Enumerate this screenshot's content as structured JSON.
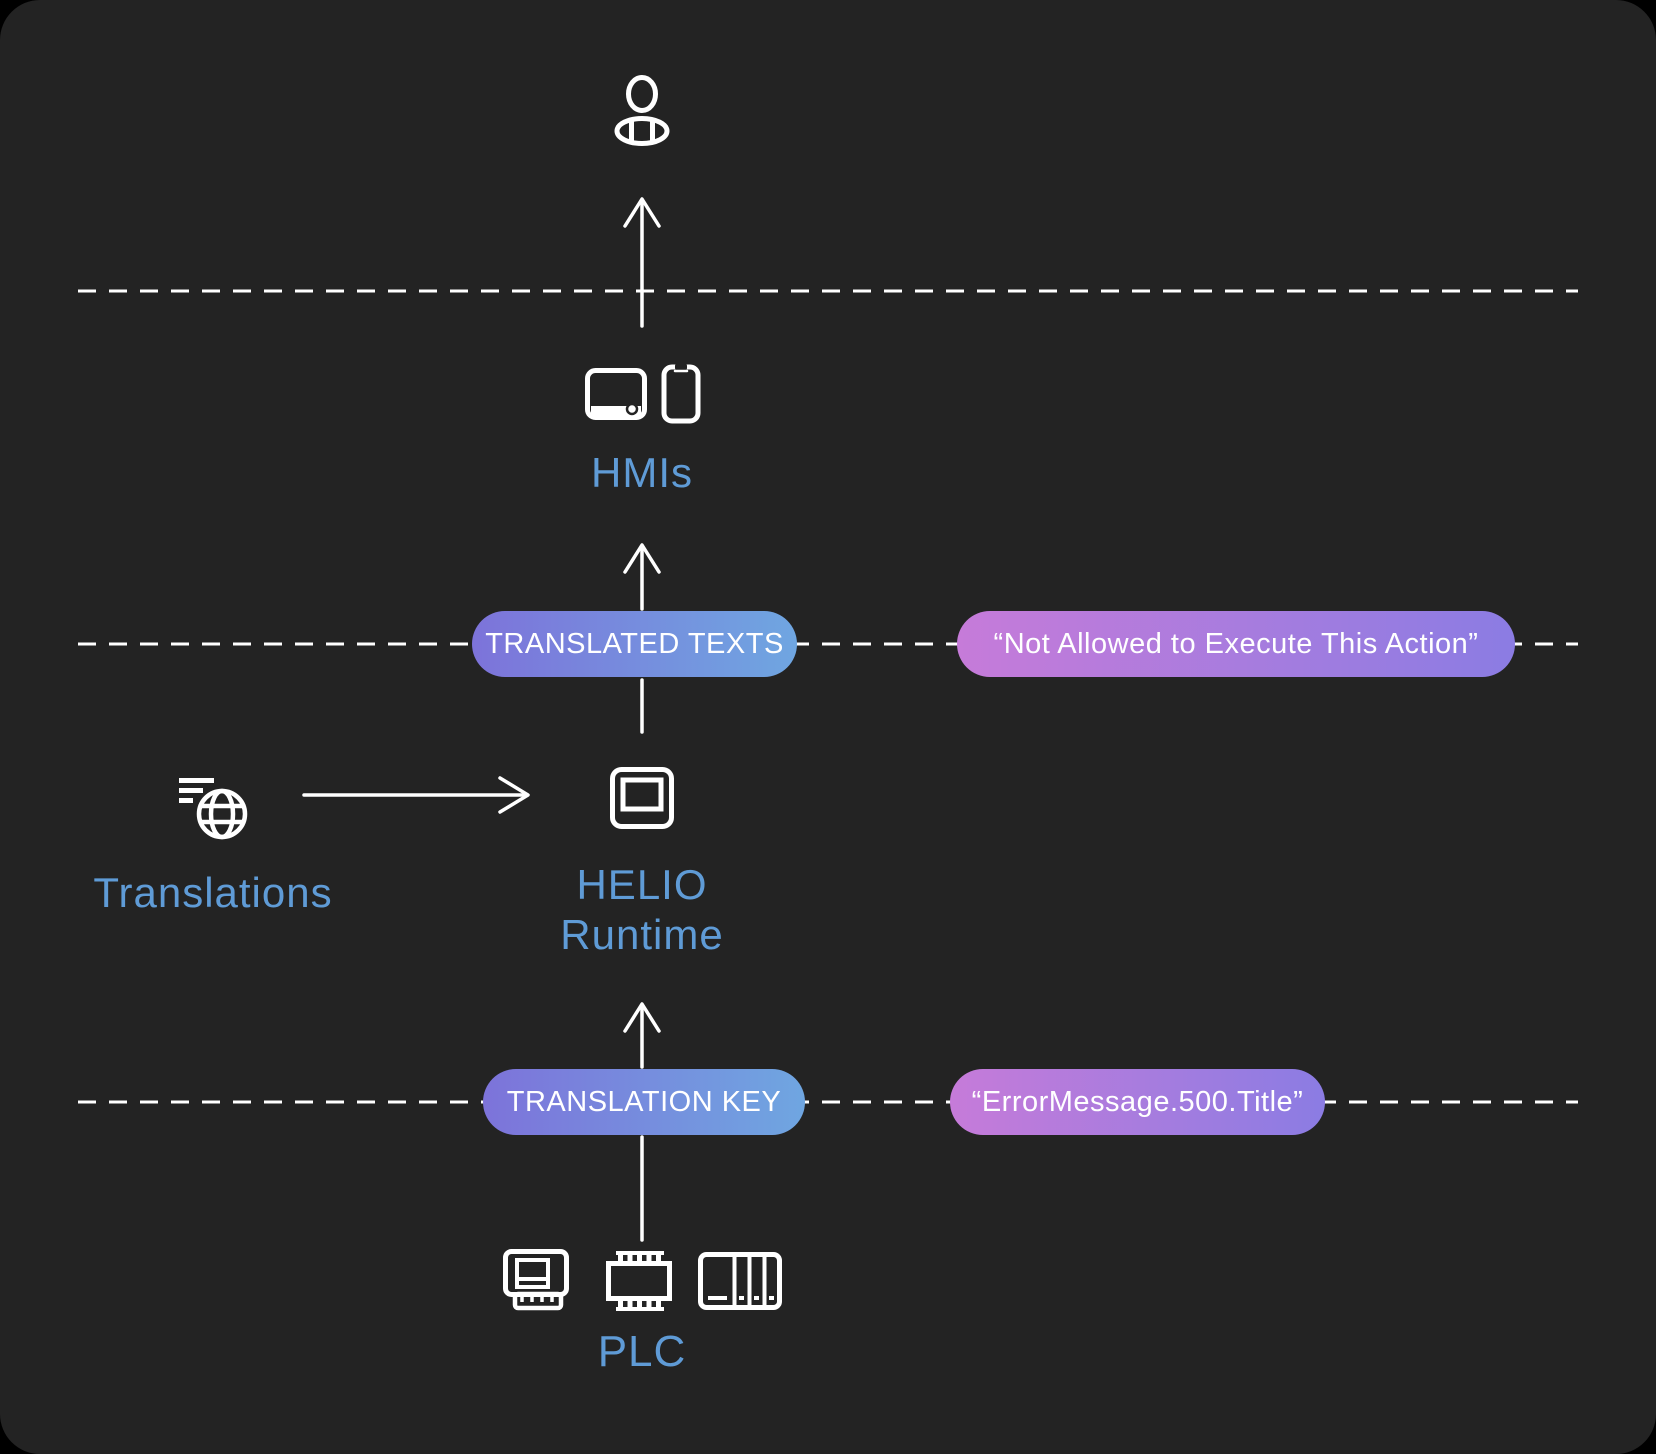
{
  "colors": {
    "canvas_bg": "#232323",
    "outer_bg": "#000000",
    "line_stroke": "#ffffff",
    "label_blue": "#5f9bd6",
    "pill_blue_from": "#7d73da",
    "pill_blue_to": "#6fa6e1",
    "pill_blue_gradient": "linear-gradient(90deg, #7d73da, #6fa6e1)",
    "pill_purple_from": "#c67bd9",
    "pill_purple_to": "#8b7ce3",
    "pill_purple_gradient": "linear-gradient(90deg, #c67bd9, #8b7ce3)"
  },
  "nodes": {
    "user": {
      "icon": "person-icon"
    },
    "hmis": {
      "label": "HMIs"
    },
    "translations": {
      "label": "Translations"
    },
    "helio": {
      "label_line1": "HELIO",
      "label_line2": "Runtime"
    },
    "plc": {
      "label": "PLC"
    }
  },
  "pills": {
    "translated_texts": {
      "label": "TRANSLATED TEXTS"
    },
    "not_allowed": {
      "label": "“Not Allowed to Execute This Action”"
    },
    "translation_key": {
      "label": "TRANSLATION KEY"
    },
    "error_message": {
      "label": "“ErrorMessage.500.Title”"
    }
  }
}
